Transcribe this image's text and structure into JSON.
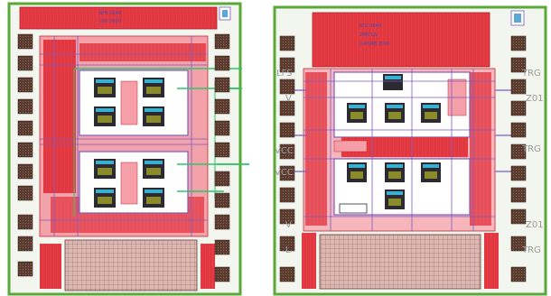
{
  "chips": [
    {
      "id": "left",
      "title_lines": [
        "BFB 2648",
        "200 2020"
      ]
    },
    {
      "id": "right",
      "title_lines": [
        "BFC 2648",
        "ZBM LW",
        "0.MSRB 2020"
      ],
      "pin_labels_left": [
        "LFS",
        "V",
        "VCC",
        "VCC",
        "V",
        "L"
      ],
      "pin_labels_right": [
        "TRG",
        "Z01",
        "TRG",
        "Z01",
        "TRG"
      ]
    }
  ],
  "colors": {
    "outline": "#5aa83a",
    "metal": "#e8323c",
    "metal_light": "#f5a0a8",
    "pad": "#5a3a2e",
    "via": "#7a5cc8",
    "routing": "#2fc46a",
    "substrate": "#f2f6ee"
  }
}
